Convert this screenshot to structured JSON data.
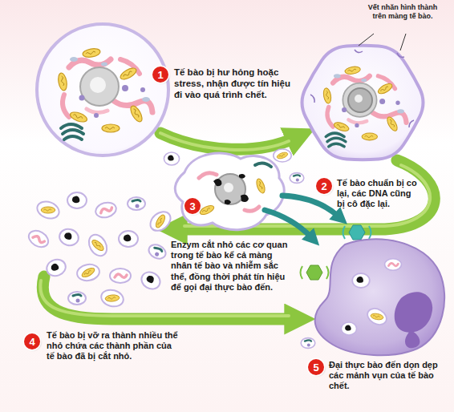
{
  "diagram": {
    "nodes": [
      {
        "text": [
          "1"
        ]
      },
      {
        "text": [
          "2"
        ]
      },
      {
        "text": [
          "3"
        ]
      },
      {
        "text": [
          "4"
        ]
      },
      {
        "text": [
          "5"
        ]
      }
    ],
    "labels": [
      "Tế bào bị hư hỏng hoặc stress, nhận được tín hiệu đi vào quá trình chết.",
      "Vết nhăn hình thành trên màng tế bào.",
      "Tế bào chuẩn bị co lại, các DNA cũng bị cô đặc lại.",
      "Enzym cắt nhỏ các cơ quan trong tế bào kể cả màng nhân tế bào và nhiễm sắc thể, đồng thời phát tín hiệu để gọi đại thực bào đến.",
      "Tế bào bị vỡ ra thành nhiều thể nhỏ chứa các thành phần của tế bào đã bị cắt nhỏ.",
      "Đại thực bào đến dọn dẹp các mảnh vụn của tế bào chết."
    ]
  }
}
